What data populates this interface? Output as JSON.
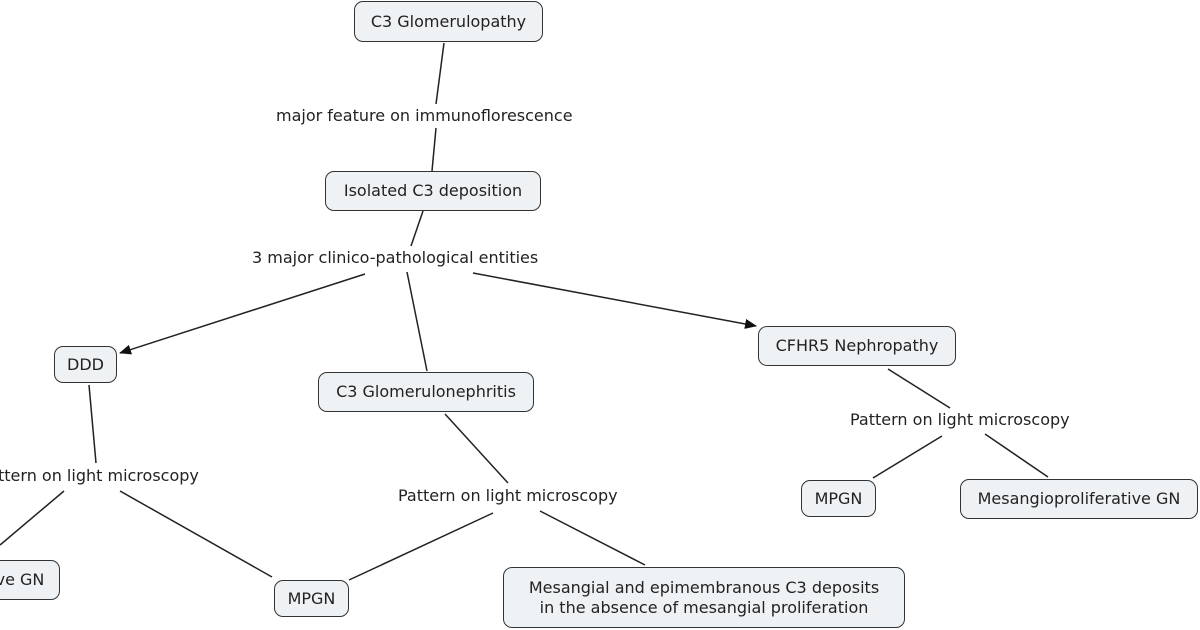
{
  "nodes": {
    "c3g": "C3 Glomerulopathy",
    "iso": "Isolated C3 deposition",
    "ddd": "DDD",
    "c3gn": "C3 Glomerulonephritis",
    "cfhr5": "CFHR5 Nephropathy",
    "ddd_left": "ve GN",
    "mpgn_mid": "MPGN",
    "mesangial_line1": "Mesangial and epimembranous C3 deposits",
    "mesangial_line2": "in the absence of mesangial proliferation",
    "mpgn_right": "MPGN",
    "mesangioprolif": "Mesangioproliferative GN"
  },
  "links": {
    "major_feature": "major feature on immunoflorescence",
    "entities": "3 major clinico-pathological entities",
    "pattern_ddd": "ttern on light microscopy",
    "pattern_c3gn": "Pattern on light microscopy",
    "pattern_cfhr5": "Pattern on light microscopy"
  },
  "colors": {
    "node_fill": "#eef2f4",
    "stroke": "#222222"
  }
}
